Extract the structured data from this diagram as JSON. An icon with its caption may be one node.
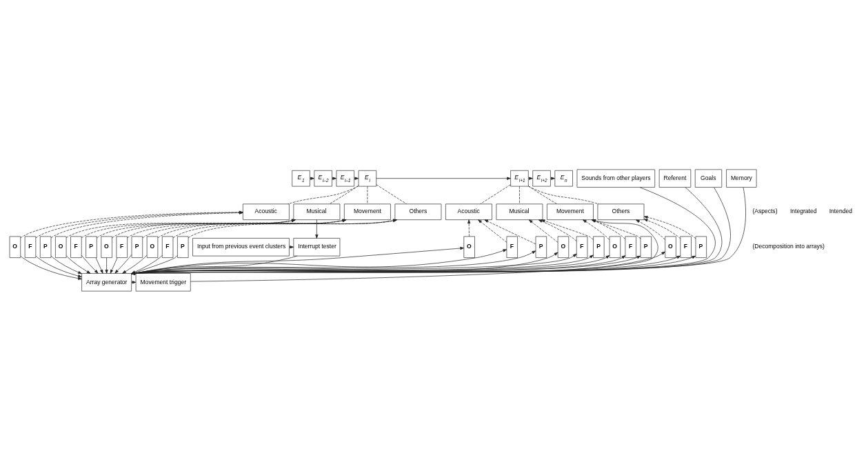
{
  "diagram": {
    "nodes": [
      {
        "text": [
          "E$_{1}$"
        ]
      },
      {
        "text": [
          "E$_{i–2}$"
        ]
      },
      {
        "text": [
          "E$_{i–1}$"
        ]
      },
      {
        "text": [
          "E$_{i}$"
        ]
      },
      {
        "text": [
          "E$_{i+1}$"
        ]
      },
      {
        "text": [
          "E$_{i+2}$"
        ]
      },
      {
        "text": [
          "E$_{n}$"
        ]
      },
      {
        "text": [
          "Acoustic"
        ]
      },
      {
        "text": [
          "Musical"
        ]
      },
      {
        "text": [
          "Movement"
        ]
      },
      {
        "text": [
          "Others"
        ]
      },
      {
        "text": [
          "Acoustic"
        ]
      },
      {
        "text": [
          "Musical"
        ]
      },
      {
        "text": [
          "Movement"
        ]
      },
      {
        "text": [
          "Others"
        ]
      },
      {
        "text": [
          "O"
        ]
      },
      {
        "text": [
          "F"
        ]
      },
      {
        "text": [
          "P"
        ]
      },
      {
        "text": [
          "O"
        ]
      },
      {
        "text": [
          "F"
        ]
      },
      {
        "text": [
          "P"
        ]
      },
      {
        "text": [
          "O"
        ]
      },
      {
        "text": [
          "F"
        ]
      },
      {
        "text": [
          "P"
        ]
      },
      {
        "text": [
          "O"
        ]
      },
      {
        "text": [
          "F"
        ]
      },
      {
        "text": [
          "P"
        ]
      },
      {
        "text": [
          "O"
        ]
      },
      {
        "text": [
          "F"
        ]
      },
      {
        "text": [
          "P"
        ]
      },
      {
        "text": [
          "O"
        ]
      },
      {
        "text": [
          "F"
        ]
      },
      {
        "text": [
          "P"
        ]
      },
      {
        "text": [
          "O"
        ]
      },
      {
        "text": [
          "F"
        ]
      },
      {
        "text": [
          "P"
        ]
      },
      {
        "text": [
          "O"
        ]
      },
      {
        "text": [
          "F"
        ]
      },
      {
        "text": [
          "P"
        ]
      },
      {
        "text": [
          "Input from previous event clusters"
        ]
      },
      {
        "text": [
          "Interrupt tester"
        ]
      },
      {
        "text": [
          "Array generator"
        ]
      },
      {
        "text": [
          "Movement trigger"
        ]
      },
      {
        "text": [
          "Sounds from other players"
        ]
      },
      {
        "text": [
          "Referent"
        ]
      },
      {
        "text": [
          "Goals"
        ]
      },
      {
        "text": [
          "Memory"
        ]
      }
    ],
    "edges": [
      {
        "from": 0,
        "to": 1,
        "arrow": "to",
        "style": "dashed"
      },
      {
        "from": 1,
        "to": 2,
        "arrow": "to"
      },
      {
        "from": 2,
        "to": 3,
        "arrow": "to"
      },
      {
        "from": 3,
        "to": 4,
        "arrow": "to"
      },
      {
        "from": 4,
        "to": 5,
        "arrow": "to"
      },
      {
        "from": 5,
        "to": 6,
        "arrow": "to",
        "style": "dashed"
      },
      {
        "from": 3,
        "to": 7,
        "arrow": "none",
        "style": "dashed"
      },
      {
        "from": 3,
        "to": 8,
        "arrow": "none",
        "style": "dashed"
      },
      {
        "from": 3,
        "to": 9,
        "arrow": "none",
        "style": "dashed"
      },
      {
        "from": 3,
        "to": 10,
        "arrow": "none",
        "style": "dashed"
      },
      {
        "from": 4,
        "to": 11,
        "arrow": "none",
        "style": "dashed"
      },
      {
        "from": 4,
        "to": 12,
        "arrow": "none",
        "style": "dashed"
      },
      {
        "from": 4,
        "to": 13,
        "arrow": "none",
        "style": "dashed"
      },
      {
        "from": 4,
        "to": 14,
        "arrow": "none",
        "style": "dashed"
      },
      {
        "from": 15,
        "to": 7,
        "arrow": "to",
        "style": "dashed"
      },
      {
        "from": 16,
        "to": 7,
        "arrow": "to",
        "style": "dashed"
      },
      {
        "from": 17,
        "to": 7,
        "arrow": "to",
        "style": "dashed"
      },
      {
        "from": 18,
        "to": 8,
        "arrow": "to",
        "style": "dashed"
      },
      {
        "from": 19,
        "to": 8,
        "arrow": "to",
        "style": "dashed"
      },
      {
        "from": 20,
        "to": 8,
        "arrow": "to",
        "style": "dashed"
      },
      {
        "from": 21,
        "to": 9,
        "arrow": "to",
        "style": "dashed"
      },
      {
        "from": 22,
        "to": 9,
        "arrow": "to",
        "style": "dashed"
      },
      {
        "from": 23,
        "to": 9,
        "arrow": "to",
        "style": "dashed"
      },
      {
        "from": 24,
        "to": 10,
        "arrow": "to",
        "style": "dashed"
      },
      {
        "from": 25,
        "to": 10,
        "arrow": "to",
        "style": "dashed"
      },
      {
        "from": 26,
        "to": 10,
        "arrow": "to",
        "style": "dashed"
      },
      {
        "from": 27,
        "to": 11,
        "arrow": "to",
        "style": "dashed"
      },
      {
        "from": 28,
        "to": 11,
        "arrow": "to",
        "style": "dashed"
      },
      {
        "from": 29,
        "to": 11,
        "arrow": "to",
        "style": "dashed"
      },
      {
        "from": 30,
        "to": 12,
        "arrow": "to",
        "style": "dashed"
      },
      {
        "from": 31,
        "to": 12,
        "arrow": "to",
        "style": "dashed"
      },
      {
        "from": 32,
        "to": 12,
        "arrow": "to",
        "style": "dashed"
      },
      {
        "from": 33,
        "to": 13,
        "arrow": "to",
        "style": "dashed"
      },
      {
        "from": 34,
        "to": 13,
        "arrow": "to",
        "style": "dashed"
      },
      {
        "from": 35,
        "to": 13,
        "arrow": "to",
        "style": "dashed"
      },
      {
        "from": 36,
        "to": 14,
        "arrow": "to",
        "style": "dashed"
      },
      {
        "from": 37,
        "to": 14,
        "arrow": "to",
        "style": "dashed"
      },
      {
        "from": 38,
        "to": 14,
        "arrow": "to",
        "style": "dashed"
      },
      {
        "from": 15,
        "to": 41,
        "arrow": "to"
      },
      {
        "from": 16,
        "to": 41,
        "arrow": "to"
      },
      {
        "from": 17,
        "to": 41,
        "arrow": "to"
      },
      {
        "from": 18,
        "to": 41,
        "arrow": "to"
      },
      {
        "from": 19,
        "to": 41,
        "arrow": "to"
      },
      {
        "from": 20,
        "to": 41,
        "arrow": "to"
      },
      {
        "from": 21,
        "to": 41,
        "arrow": "to"
      },
      {
        "from": 22,
        "to": 41,
        "arrow": "to"
      },
      {
        "from": 23,
        "to": 41,
        "arrow": "to"
      },
      {
        "from": 24,
        "to": 41,
        "arrow": "to"
      },
      {
        "from": 25,
        "to": 41,
        "arrow": "to"
      },
      {
        "from": 26,
        "to": 41,
        "arrow": "to"
      },
      {
        "from": 41,
        "to": 27,
        "arrow": "to"
      },
      {
        "from": 41,
        "to": 28,
        "arrow": "to"
      },
      {
        "from": 41,
        "to": 29,
        "arrow": "to"
      },
      {
        "from": 41,
        "to": 30,
        "arrow": "to"
      },
      {
        "from": 41,
        "to": 31,
        "arrow": "to"
      },
      {
        "from": 41,
        "to": 32,
        "arrow": "to"
      },
      {
        "from": 41,
        "to": 33,
        "arrow": "to"
      },
      {
        "from": 41,
        "to": 34,
        "arrow": "to"
      },
      {
        "from": 41,
        "to": 35,
        "arrow": "to"
      },
      {
        "from": 41,
        "to": 36,
        "arrow": "to"
      },
      {
        "from": 41,
        "to": 37,
        "arrow": "to"
      },
      {
        "from": 41,
        "to": 38,
        "arrow": "to"
      },
      {
        "from": 8,
        "to": 40,
        "arrow": "to"
      },
      {
        "from": 39,
        "to": 40,
        "arrow": "to"
      },
      {
        "from": 40,
        "to": 41,
        "arrow": "to"
      },
      {
        "from": 41,
        "to": 42,
        "arrow": "to"
      },
      {
        "from": 42,
        "to": 13,
        "arrow": "to"
      },
      {
        "from": 43,
        "to": 41,
        "arrow": "to"
      },
      {
        "from": 44,
        "to": 41,
        "arrow": "to"
      },
      {
        "from": 45,
        "to": 41,
        "arrow": "to"
      },
      {
        "from": 46,
        "to": 41,
        "arrow": "to"
      }
    ],
    "labels": [
      "(Aspects)",
      "Integrated",
      "(Decomposition into arrays)",
      "Intended"
    ]
  }
}
